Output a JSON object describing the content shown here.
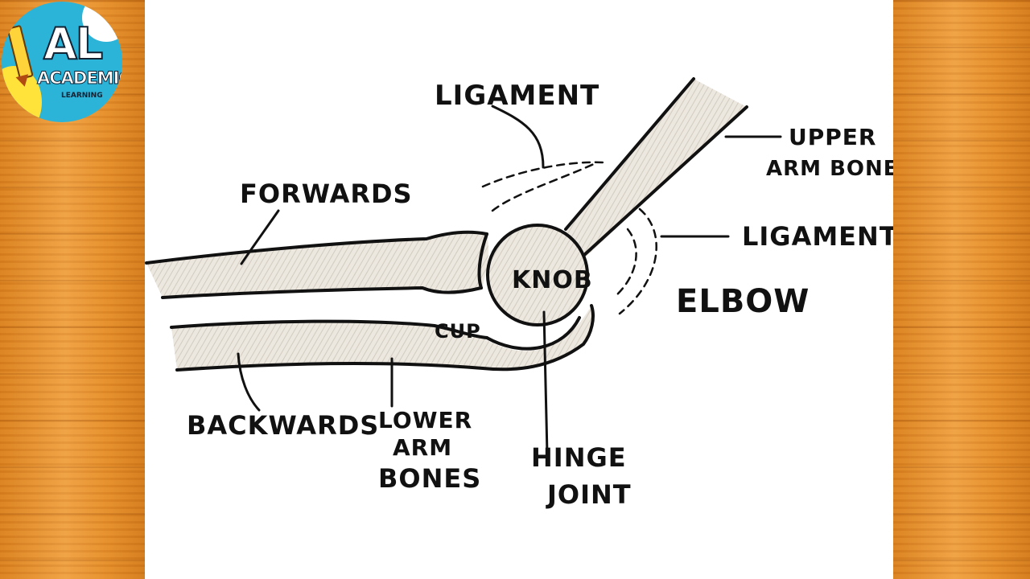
{
  "logo": {
    "mark": "AL",
    "name": "ACADEMIC",
    "sub": "LEARNING",
    "colors": {
      "circle": "#2bb3d8",
      "accent": "#ffe23a",
      "pencil": "#ffd43a"
    }
  },
  "diagram": {
    "colors": {
      "ink": "#111111",
      "paper": "#ffffff",
      "bone_shade": "#e4ded4",
      "background_wood": "#e9962e"
    },
    "labels": {
      "ligament_top": "LIGAMENT",
      "upper_arm_bone_line1": "UPPER",
      "upper_arm_bone_line2": "ARM BONE",
      "ligament_right": "LIGAMENT",
      "forwards": "FORWARDS",
      "knob": "KNOB",
      "cup": "CUP",
      "elbow": "ELBOW",
      "backwards": "BACKWARDS",
      "lower_arm_bones_line1": "LOWER",
      "lower_arm_bones_line2": "ARM",
      "lower_arm_bones_line3": "BONES",
      "hinge_joint_line1": "HINGE",
      "hinge_joint_line2": "JOINT"
    }
  }
}
